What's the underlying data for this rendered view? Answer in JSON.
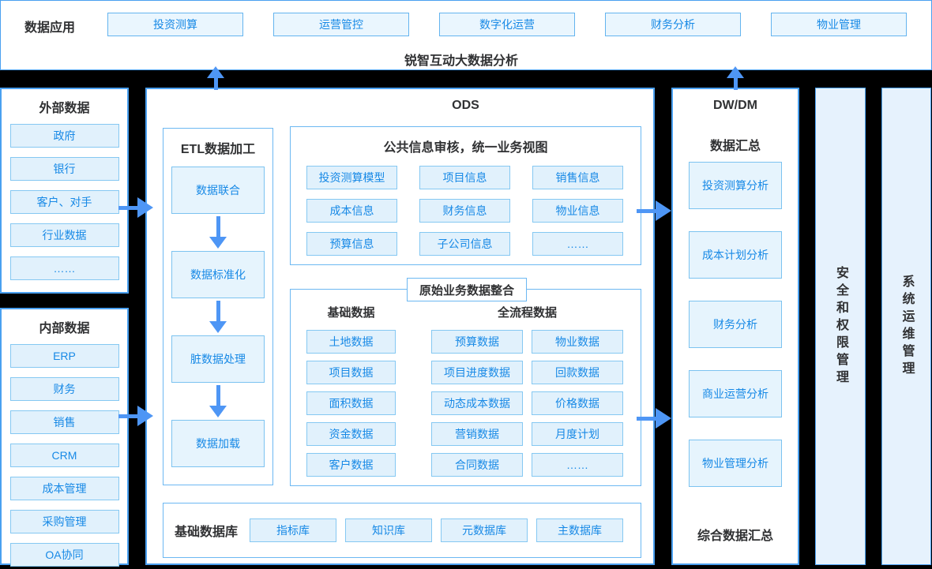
{
  "app": {
    "title": "锐智互动大数据分析"
  },
  "top_bar": {
    "label": "数据应用",
    "buttons": [
      "投资测算",
      "运营管控",
      "数字化运营",
      "财务分析",
      "物业管理"
    ]
  },
  "external_data": {
    "title": "外部数据",
    "items": [
      "政府",
      "银行",
      "客户、对手",
      "行业数据",
      "……"
    ]
  },
  "internal_data": {
    "title": "内部数据",
    "items": [
      "ERP",
      "财务",
      "销售",
      "CRM",
      "成本管理",
      "采购管理",
      "OA协同"
    ]
  },
  "ods": {
    "title": "ODS",
    "etl": {
      "title": "ETL数据加工",
      "steps": [
        "数据联合",
        "数据标准化",
        "脏数据处理",
        "数据加载"
      ]
    },
    "common_info": {
      "title": "公共信息审核，统一业务视图",
      "items": [
        "投资测算模型",
        "项目信息",
        "销售信息",
        "成本信息",
        "财务信息",
        "物业信息",
        "预算信息",
        "子公司信息",
        "……"
      ]
    },
    "raw_biz": {
      "title": "原始业务数据整合",
      "base": {
        "title": "基础数据",
        "items": [
          "土地数据",
          "项目数据",
          "面积数据",
          "资金数据",
          "客户数据"
        ]
      },
      "full": {
        "title": "全流程数据",
        "col1": [
          "预算数据",
          "项目进度数据",
          "动态成本数据",
          "营销数据",
          "合同数据"
        ],
        "col2": [
          "物业数据",
          "回款数据",
          "价格数据",
          "月度计划",
          "……"
        ]
      }
    },
    "base_db": {
      "title": "基础数据库",
      "items": [
        "指标库",
        "知识库",
        "元数据库",
        "主数据库"
      ]
    }
  },
  "dwdm": {
    "title": "DW/DM",
    "subtitle": "数据汇总",
    "items": [
      "投资测算分析",
      "成本计划分析",
      "财务分析",
      "商业运营分析",
      "物业管理分析"
    ],
    "footer": "综合数据汇总"
  },
  "side_bars": {
    "security": "安全和权限管理",
    "ops": "系统运维管理"
  },
  "colors": {
    "accent_blue": "#1789e6",
    "panel_border": "#4aa0f0",
    "chip_fill": "#e1f1fc",
    "chip_border": "#85c8f2",
    "arrow_blue": "#4e96f5",
    "bar_fill": "#e6f2fd",
    "dark_text": "#303133",
    "background": "#000000"
  }
}
